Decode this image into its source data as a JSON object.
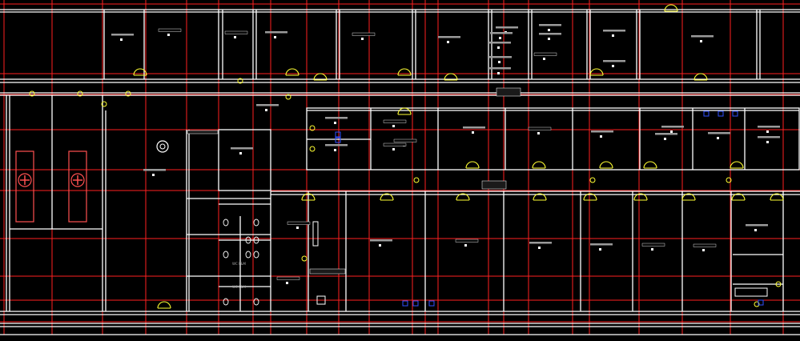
{
  "colors": {
    "background": "#000000",
    "wall": "#ffffff",
    "gridline": "#ff2020",
    "door": "#ffff33",
    "label_bar_gray": "#9a9a9a",
    "label_bar_black": "#0a0a0a",
    "fixture_blue": "#3050ff",
    "ambulance": "#ff5050"
  },
  "room_tag_icon": "room-tag-glyph",
  "room_tag_count": 42,
  "door_count": 46,
  "toilet_labels": [
    "WC F&M",
    "WC F&M"
  ]
}
